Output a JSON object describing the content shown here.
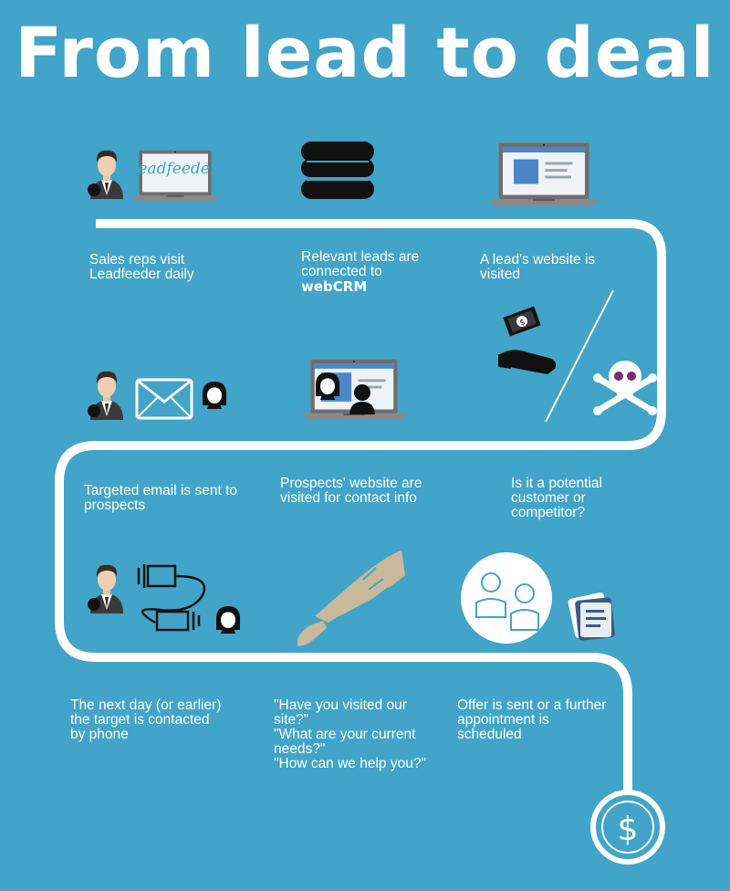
{
  "title": "From lead to deal",
  "logo_text": "leadfeeder",
  "steps": [
    {
      "lines": [
        "Sales reps visit",
        "Leadfeeder daily"
      ]
    },
    {
      "lines": [
        "Relevant leads are",
        "connected to"
      ],
      "strong": "webCRM"
    },
    {
      "lines": [
        "A lead's website is",
        "visited"
      ]
    },
    {
      "lines": [
        "Targeted email is sent to",
        "prospects"
      ]
    },
    {
      "lines": [
        "Prospects' website are",
        "visited for contact info"
      ]
    },
    {
      "lines": [
        "Is it a potential",
        "customer or",
        "competitor?"
      ]
    },
    {
      "lines": [
        "The next day (or earlier)",
        "the target is contacted",
        "by phone"
      ]
    },
    {
      "lines": [
        "\"Have you visited our",
        "site?\"",
        "\"What are your current",
        "needs?\"",
        "\"How can we help you?\""
      ]
    },
    {
      "lines": [
        "Offer is sent or a further",
        "appointment is",
        "scheduled"
      ]
    }
  ],
  "colors": {
    "background": "#41a4c8",
    "path": "#ffffff",
    "dark": "#111111",
    "laptop_grey": "#7d7d7d",
    "screen_blue": "#4a86c8",
    "hand_tan": "#c9b99b",
    "skull_purple": "#7a2a6e"
  },
  "icons": [
    "person-icon",
    "laptop-icon",
    "database-icon",
    "money-hand-icon",
    "skull-icon",
    "envelope-icon",
    "woman-icon",
    "phone-cable-icon",
    "handshake-icon",
    "meeting-icon",
    "document-icon",
    "dollar-icon"
  ]
}
